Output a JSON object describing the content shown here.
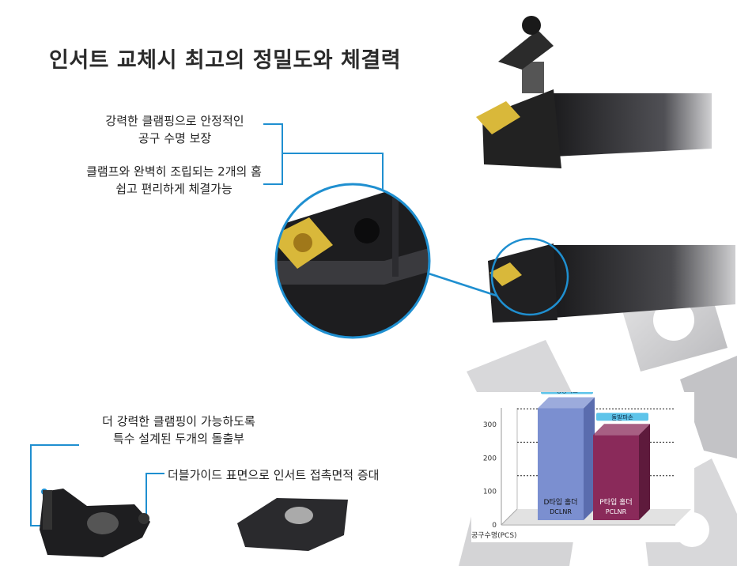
{
  "title": "인서트 교체시 최고의 정밀도와 체결력",
  "callout_top": {
    "line1": "강력한 클램핑으로 안정적인",
    "line2": "공구 수명 보장",
    "line3": "클램프와 완벽히 조립되는 2개의 홈",
    "line4": "쉽고 편리하게 체결가능"
  },
  "callout_bottom": {
    "line1": "더 강력한 클램핑이 가능하도록",
    "line2": "특수 설계된 두개의 돌출부",
    "line3": "더블가이드 표면으로 인서트 접촉면적 증대"
  },
  "colors": {
    "accent": "#1f8fd0",
    "insert_gold": "#d9b83a",
    "bar_d": "#7b8fd0",
    "bar_p": "#8a2a5a",
    "badge": "#5ec4ea"
  },
  "chart_data": {
    "type": "bar",
    "categories": [
      "D타입 홀더",
      "P타입 홀더"
    ],
    "category_sublabels": [
      "DCLNR",
      "PCLNR"
    ],
    "values": [
      330,
      250
    ],
    "badges": [
      "정상마모",
      "돌발파손"
    ],
    "ylabel": "공구수명(PCS)",
    "yticks": [
      0,
      100,
      200,
      300
    ],
    "ylim": [
      0,
      350
    ]
  }
}
